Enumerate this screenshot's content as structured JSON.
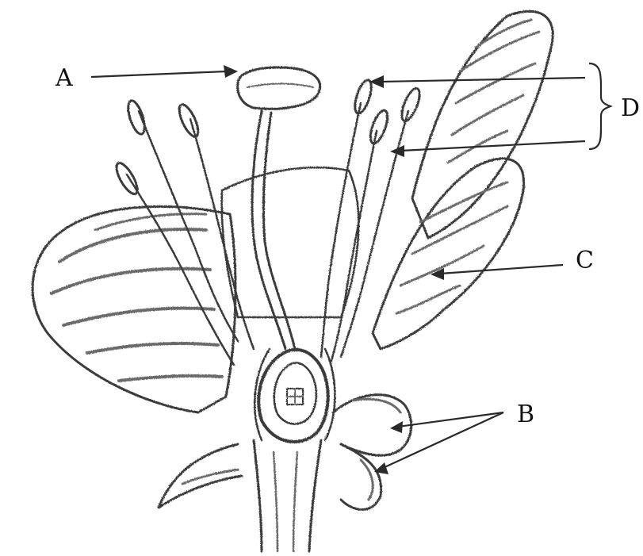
{
  "labels": {
    "a": "A",
    "b": "B",
    "c": "C",
    "d": "D"
  },
  "colors": {
    "ink": "#3a3a3a",
    "shading": "#6a6a6a",
    "background": "#ffffff"
  }
}
